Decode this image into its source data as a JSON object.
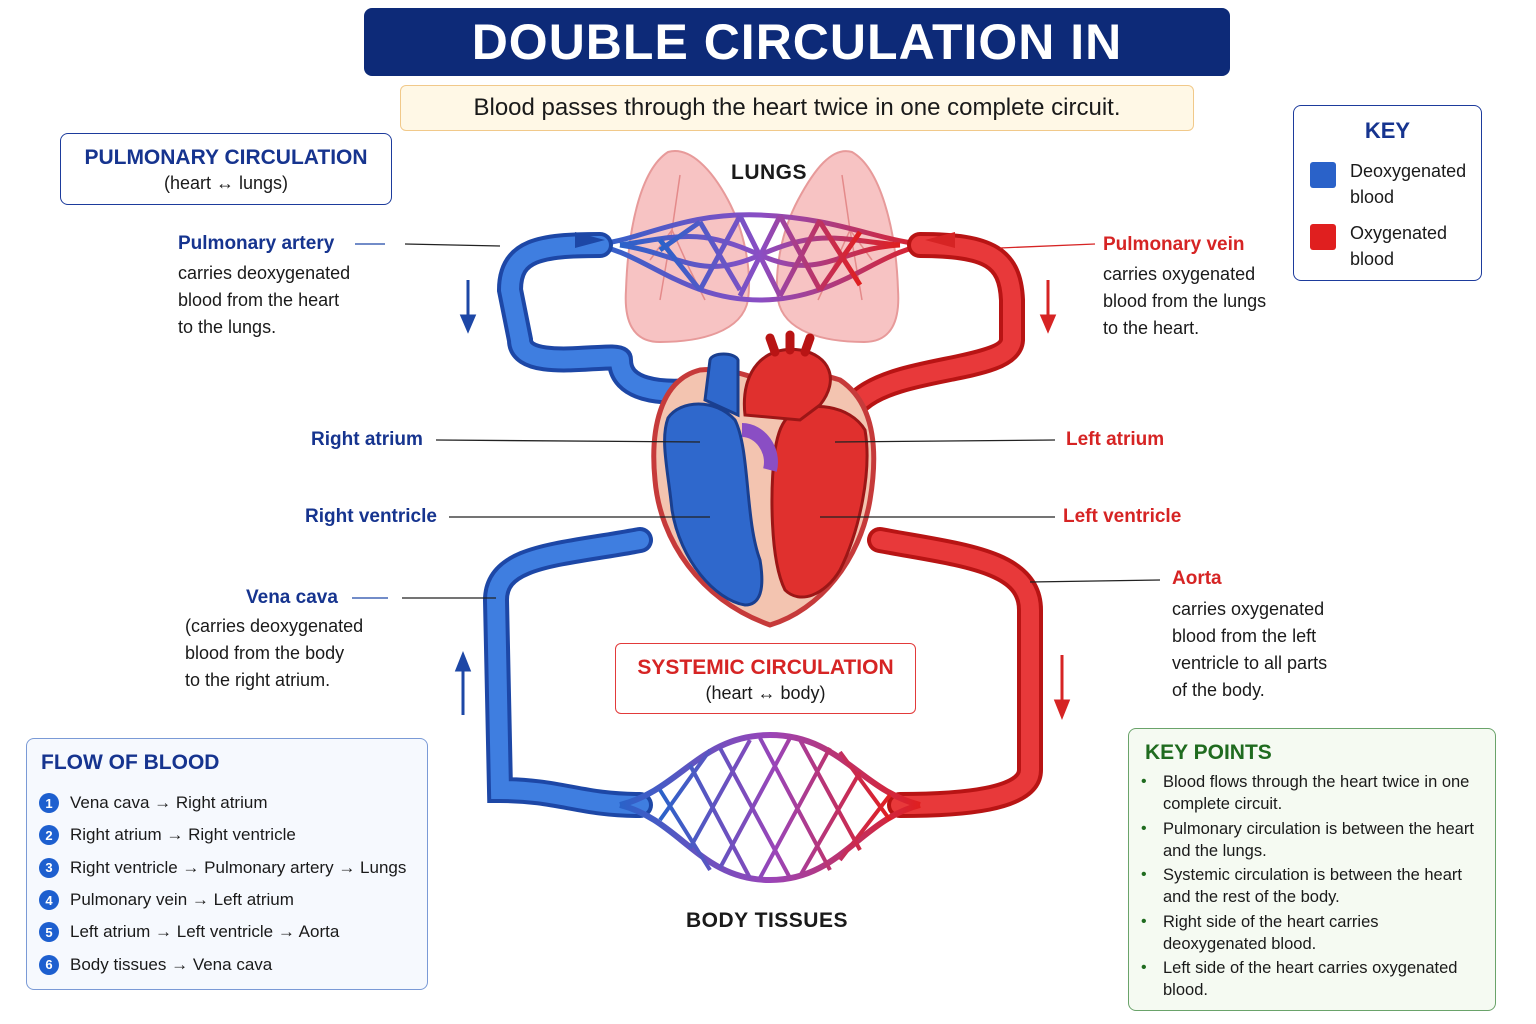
{
  "title": "DOUBLE CIRCULATION IN HUMANS",
  "subtitle": "Blood passes through the heart twice in one complete circuit.",
  "pulmonary_box": {
    "heading": "PULMONARY CIRCULATION",
    "sub": "(heart ↔ lungs)"
  },
  "systemic_box": {
    "heading": "SYSTEMIC CIRCULATION",
    "sub": "(heart ↔ body)"
  },
  "lungs_label": "LUNGS",
  "body_label": "BODY TISSUES",
  "key": {
    "title": "KEY",
    "items": [
      {
        "label": "Deoxygenated blood",
        "color": "#2a62c9"
      },
      {
        "label": "Oxygenated blood",
        "color": "#e01f1f"
      }
    ]
  },
  "labels": {
    "pulmonary_artery": {
      "name": "Pulmonary artery",
      "desc": "carries deoxygenated\nblood from the heart\nto the lungs."
    },
    "pulmonary_vein": {
      "name": "Pulmonary vein",
      "desc": "carries oxygenated\nblood from the lungs\nto the heart."
    },
    "right_atrium": "Right atrium",
    "right_ventricle": "Right ventricle",
    "left_atrium": "Left atrium",
    "left_ventricle": "Left ventricle",
    "vena_cava": {
      "name": "Vena cava",
      "desc": "(carries deoxygenated\nblood from the body\nto the right atrium."
    },
    "aorta": {
      "name": "Aorta",
      "desc": "carries oxygenated\nblood from the left\nventricle to all parts\nof the body."
    }
  },
  "flow": {
    "title": "FLOW OF BLOOD",
    "steps": [
      {
        "n": "1",
        "text": "Vena cava → Right atrium"
      },
      {
        "n": "2",
        "text": "Right atrium → Right ventricle"
      },
      {
        "n": "3",
        "text": "Right ventricle → Pulmonary artery → Lungs"
      },
      {
        "n": "4",
        "text": "Pulmonary vein → Left atrium"
      },
      {
        "n": "5",
        "text": "Left atrium → Left ventricle → Aorta"
      },
      {
        "n": "6",
        "text": "Body tissues → Vena cava"
      }
    ]
  },
  "key_points": {
    "title": "KEY POINTS",
    "items": [
      "Blood flows through the heart twice in one complete circuit.",
      "Pulmonary circulation is between the heart and the lungs.",
      "Systemic circulation is between the heart and the rest of the body.",
      "Right side of the heart carries deoxygenated blood.",
      "Left side of the heart carries oxygenated blood."
    ]
  },
  "colors": {
    "deoxygenated": "#2a62c9",
    "oxygenated": "#e01f1f",
    "title_bg": "#0d2a78",
    "mixed": "#8a4ec4"
  }
}
